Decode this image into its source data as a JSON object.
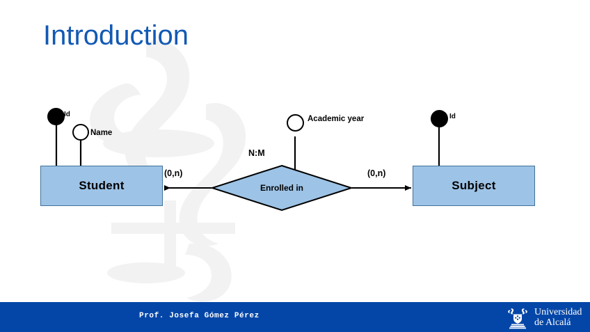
{
  "slide": {
    "title": "Introduction",
    "title_color": "#1259B4",
    "background_color": "#ffffff"
  },
  "diagram": {
    "type": "entity-relationship",
    "entity_fill": "#9DC3E6",
    "entity_stroke": "#41719C",
    "entities": [
      {
        "name": "student-entity",
        "label": "Student",
        "attributes": [
          {
            "label": "Id",
            "key": true
          },
          {
            "label": "Name",
            "key": false
          }
        ]
      },
      {
        "name": "subject-entity",
        "label": "Subject",
        "attributes": [
          {
            "label": "Id",
            "key": true
          }
        ]
      }
    ],
    "relationship": {
      "label": "Enrolled in",
      "degree": "N:M",
      "attributes": [
        {
          "label": "Academic year",
          "key": false
        }
      ]
    },
    "cardinalities": {
      "left": "(0,n)",
      "right": "(0,n)"
    }
  },
  "footer": {
    "author": "Prof. Josefa Gómez Pérez",
    "bar_color": "#0446A7",
    "logo": {
      "line1": "Universidad",
      "line2": "de Alcalá"
    }
  }
}
